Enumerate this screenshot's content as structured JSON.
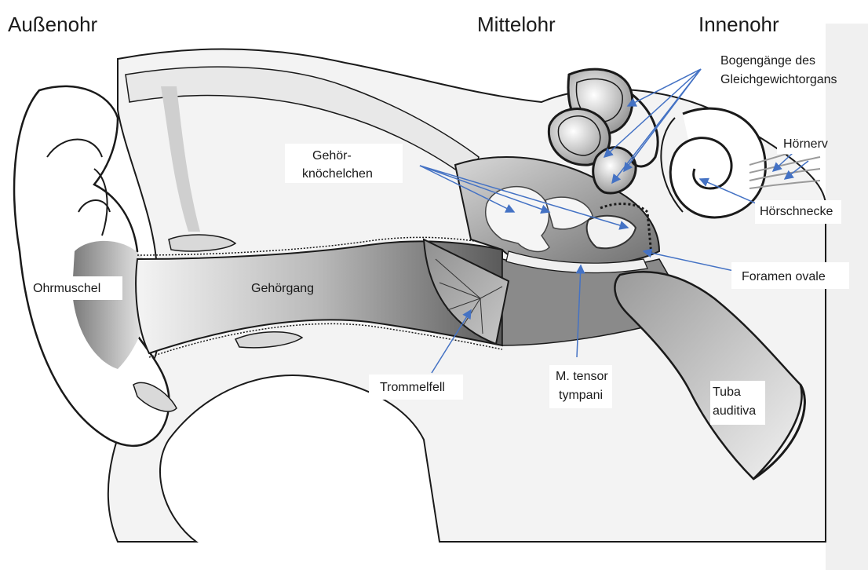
{
  "regions": {
    "outer": "Außenohr",
    "middle": "Mittelohr",
    "inner": "Innenohr"
  },
  "labels": {
    "semicircular_1": "Bogengänge des",
    "semicircular_2": "Gleichgewichtorgans",
    "auditory_nerve": "Hörnerv",
    "ossicles_1": "Gehör-",
    "ossicles_2": "knöchelchen",
    "cochlea": "Hörschnecke",
    "oval_window": "Foramen ovale",
    "auricle": "Ohrmuschel",
    "ear_canal": "Gehörgang",
    "eardrum": "Trommelfell",
    "tensor_1": "M. tensor",
    "tensor_2": "tympani",
    "tube_1": "Tuba",
    "tube_2": "auditiva"
  },
  "colors": {
    "arrow": "#4472c4",
    "outline": "#1a1a1a",
    "tissue": "#ececec"
  }
}
